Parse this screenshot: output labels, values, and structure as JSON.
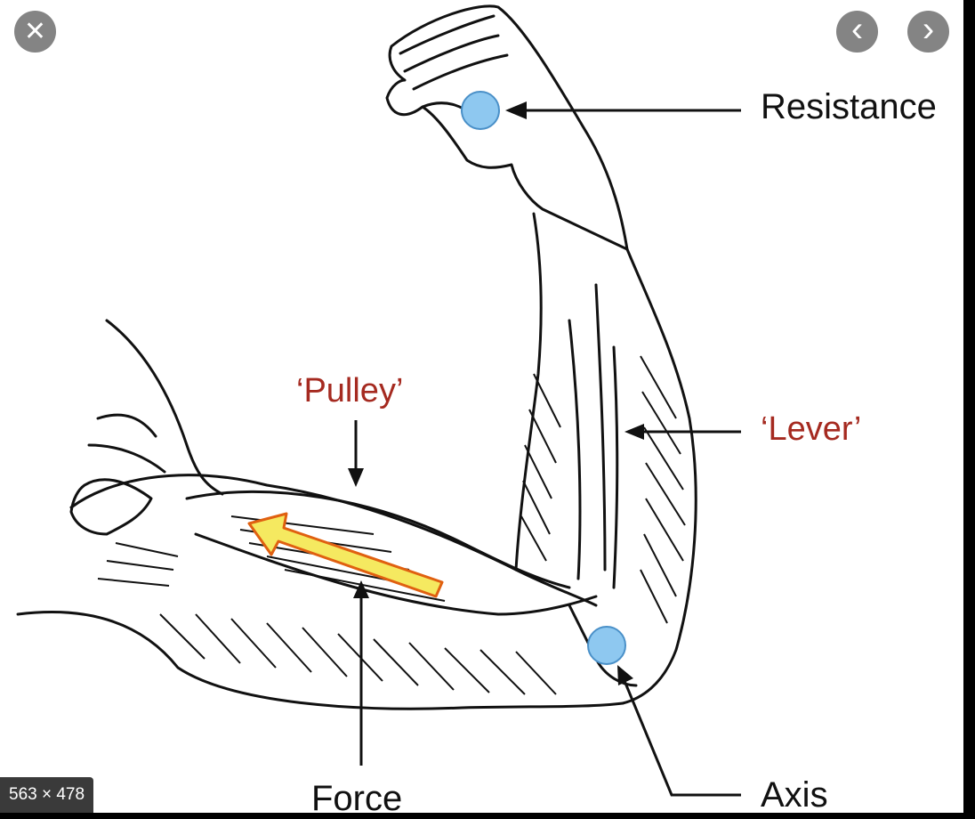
{
  "viewer": {
    "close_icon": "close-icon",
    "prev_icon": "chevron-left-icon",
    "next_icon": "chevron-right-icon",
    "close_glyph": "✕",
    "prev_glyph": "‹",
    "next_glyph": "›",
    "image_size": "563 × 478"
  },
  "diagram": {
    "labels": {
      "resistance": "Resistance",
      "lever": "‘Lever’",
      "pulley": "‘Pulley’",
      "force": "Force",
      "axis": "Axis"
    },
    "colors": {
      "label_black": "#111111",
      "label_red": "#a52a20",
      "point_blue": "#8ec8f0",
      "force_arrow_fill": "#f5e960",
      "force_arrow_outline": "#e06010"
    }
  }
}
